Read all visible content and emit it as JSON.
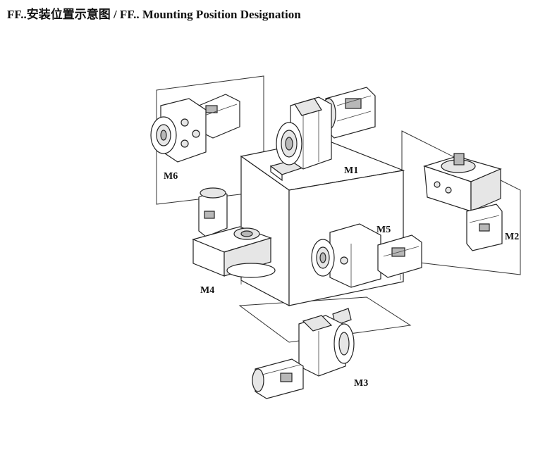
{
  "title": "FF..安装位置示意图 / FF.. Mounting Position Designation",
  "positions": [
    {
      "label": "M1"
    },
    {
      "label": "M2"
    },
    {
      "label": "M3"
    },
    {
      "label": "M4"
    },
    {
      "label": "M5"
    },
    {
      "label": "M6"
    }
  ]
}
